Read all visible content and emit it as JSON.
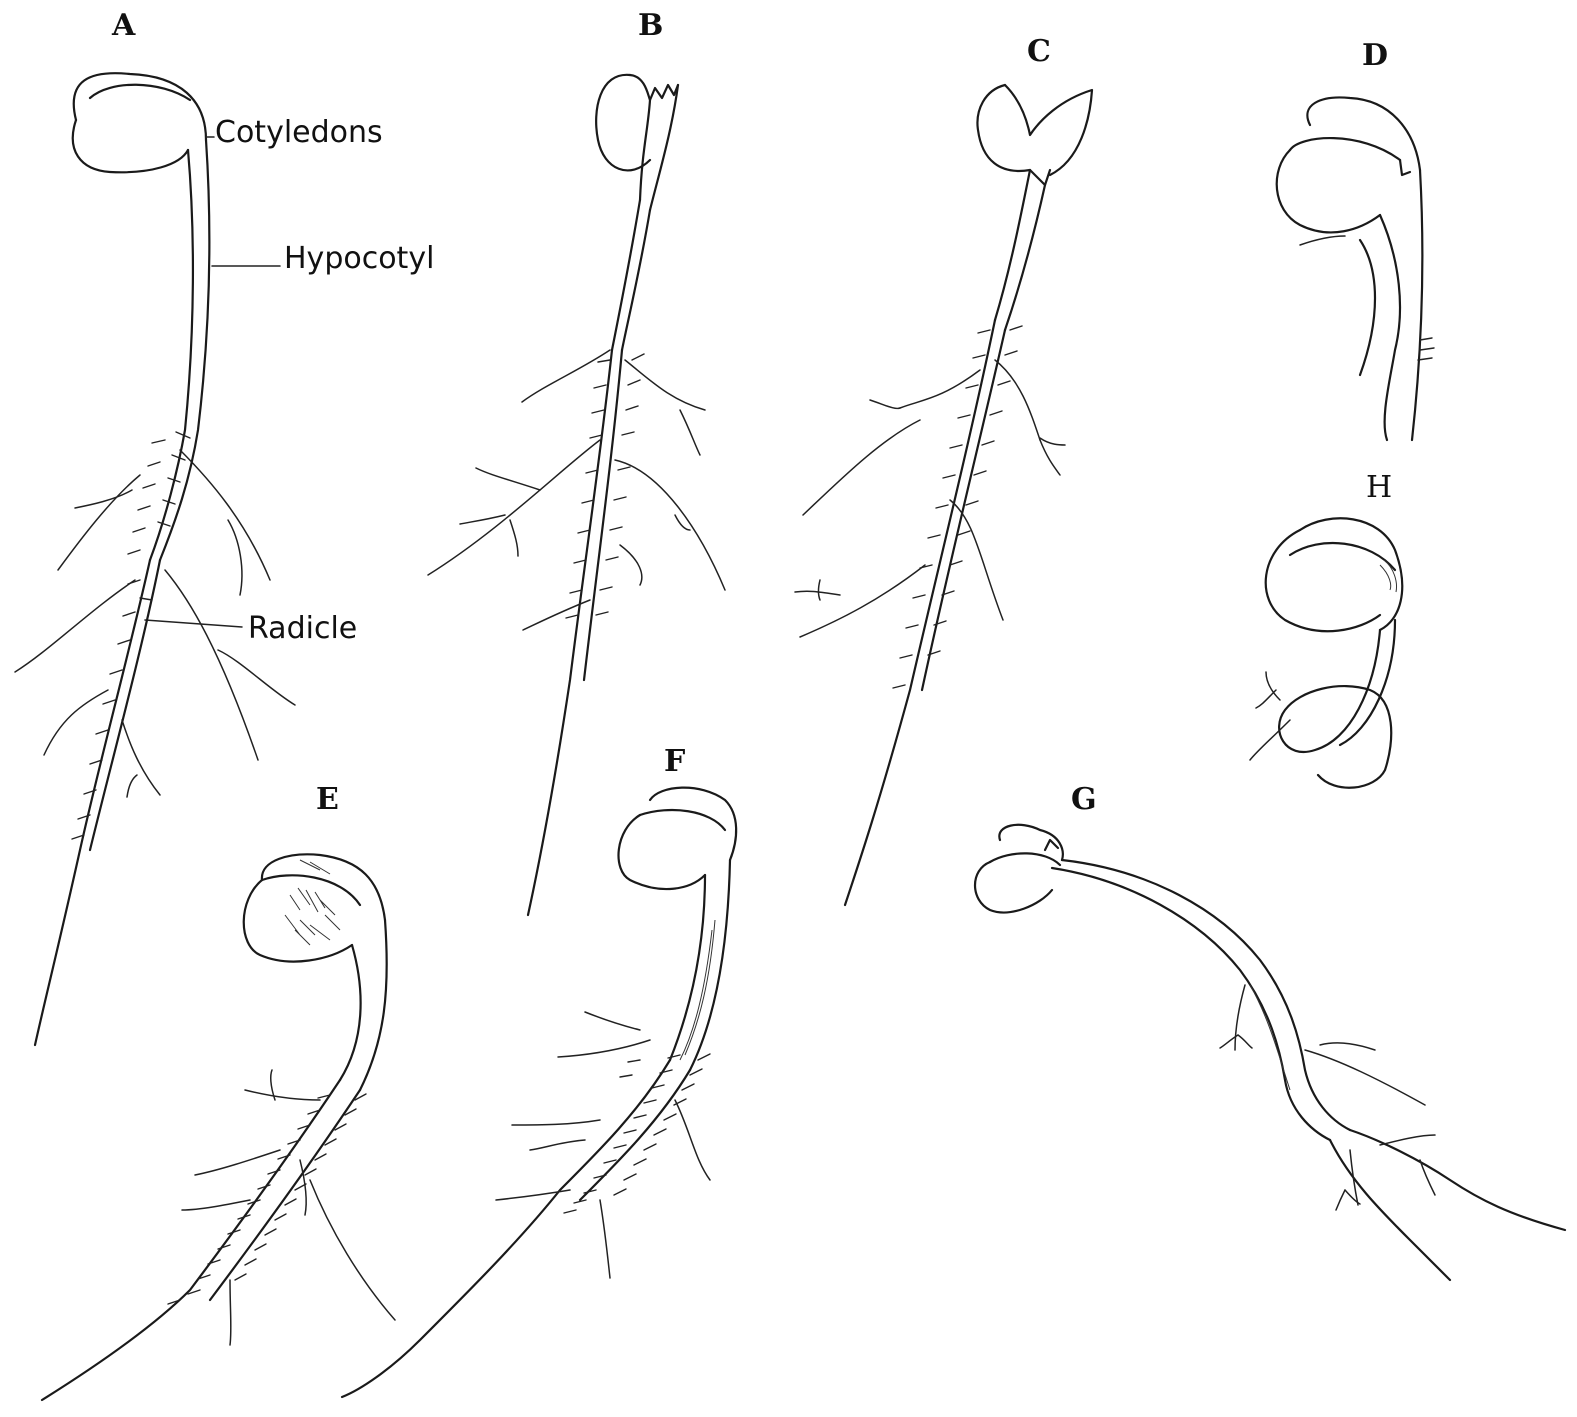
{
  "panels": {
    "A": "A",
    "B": "B",
    "C": "C",
    "D": "D",
    "E": "E",
    "F": "F",
    "G": "G",
    "H": "H"
  },
  "labels": {
    "cotyledons": "Cotyledons",
    "hypocotyl": "Hypocotyl",
    "radicle": "Radicle"
  }
}
